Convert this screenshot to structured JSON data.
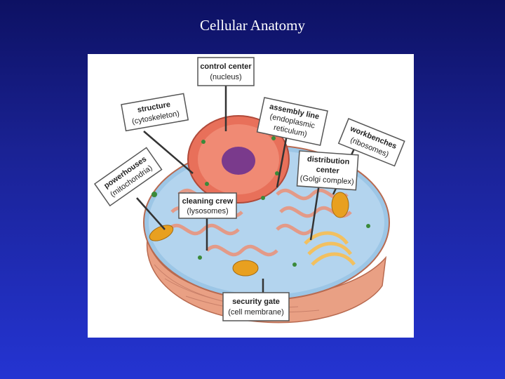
{
  "slide": {
    "title": "Cellular Anatomy"
  },
  "colors": {
    "background_top": "#0d1163",
    "background_bottom": "#2434d2",
    "membrane": "#e9a084",
    "cytoplasm": "#9cc6e6",
    "nucleus": "#e8705a",
    "nucleolus": "#7a3a8c",
    "mitochondria": "#e8a020",
    "golgi": "#f2c060"
  },
  "labels": {
    "control_center": {
      "title": "control center",
      "sub": "(nucleus)"
    },
    "structure": {
      "title": "structure",
      "sub": "(cytoskeleton)"
    },
    "assembly_line": {
      "title": "assembly line",
      "sub1": "(endoplasmic",
      "sub2": "reticulum)"
    },
    "workbenches": {
      "title": "workbenches",
      "sub": "(ribosomes)"
    },
    "powerhouses": {
      "title": "powerhouses",
      "sub": "(mitochondria)"
    },
    "distribution_center": {
      "title1": "distribution",
      "title2": "center",
      "sub": "(Golgi complex)"
    },
    "cleaning_crew": {
      "title": "cleaning crew",
      "sub": "(lysosomes)"
    },
    "security_gate": {
      "title": "security gate",
      "sub": "(cell membrane)"
    }
  }
}
